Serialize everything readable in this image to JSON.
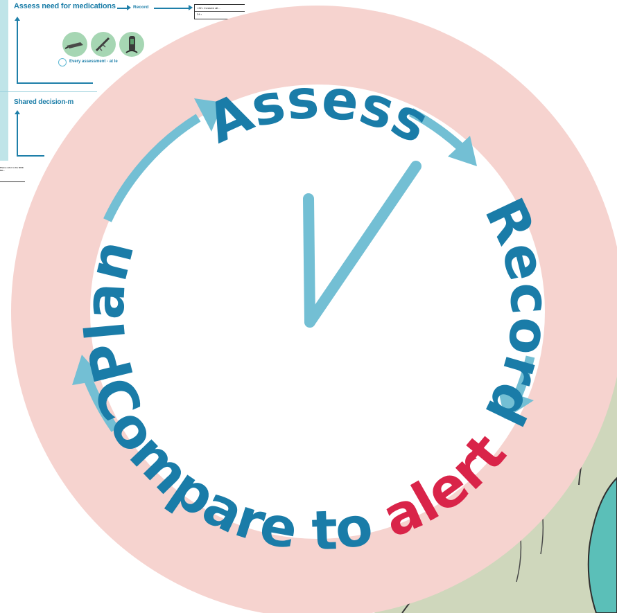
{
  "poster": {
    "heading_medications": "Assess need for medications",
    "record_label": "Record",
    "box_line1": "<32 • Invasive alt...",
    "box_line2": "24 •",
    "assessment_caption": "Every assessment - at le",
    "heading_shared": "Shared decision-m",
    "footnote": "Please refer to the NICE NG..."
  },
  "cycle": {
    "steps": [
      "Assess",
      "Record",
      "Compare to",
      "alert",
      "Plan"
    ],
    "colors": {
      "ring": "#f6d3cf",
      "text": "#1a7ca8",
      "alert": "#d92449",
      "arrow": "#73bfd4",
      "tick": "#73bfd4"
    }
  }
}
